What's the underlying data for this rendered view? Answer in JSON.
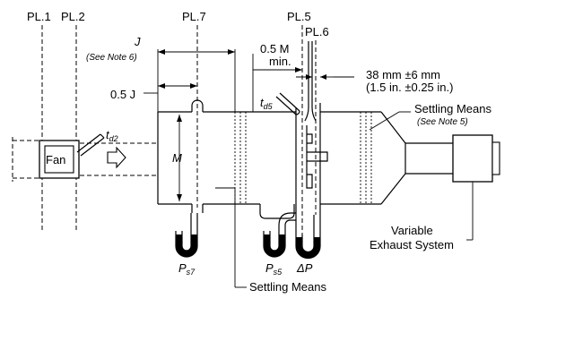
{
  "planes": {
    "pl1": "PL.1",
    "pl2": "PL.2",
    "pl7": "PL.7",
    "pl5": "PL.5",
    "pl6": "PL.6"
  },
  "dimensions": {
    "j": "J",
    "see_note_6": "(See Note 6)",
    "half_j": "0.5 J",
    "half_m_line1": "0.5 M",
    "half_m_line2": "min.",
    "m": "M",
    "nozzle_mm": "38 mm ±6 mm",
    "nozzle_in": "(1.5 in. ±0.25 in.)"
  },
  "components": {
    "fan": "Fan",
    "settling_means_top": "Settling Means",
    "see_note_5": "(See Note 5)",
    "settling_means_bottom": "Settling Means",
    "variable_exhaust_line1": "Variable",
    "variable_exhaust_line2": "Exhaust System"
  },
  "instruments": {
    "td2": {
      "main": "t",
      "sub": "d2"
    },
    "td5": {
      "main": "t",
      "sub": "d5"
    },
    "ps7": {
      "main": "P",
      "sub": "s7"
    },
    "ps5": {
      "main": "P",
      "sub": "s5"
    },
    "dp": {
      "main": "ΔP"
    }
  }
}
